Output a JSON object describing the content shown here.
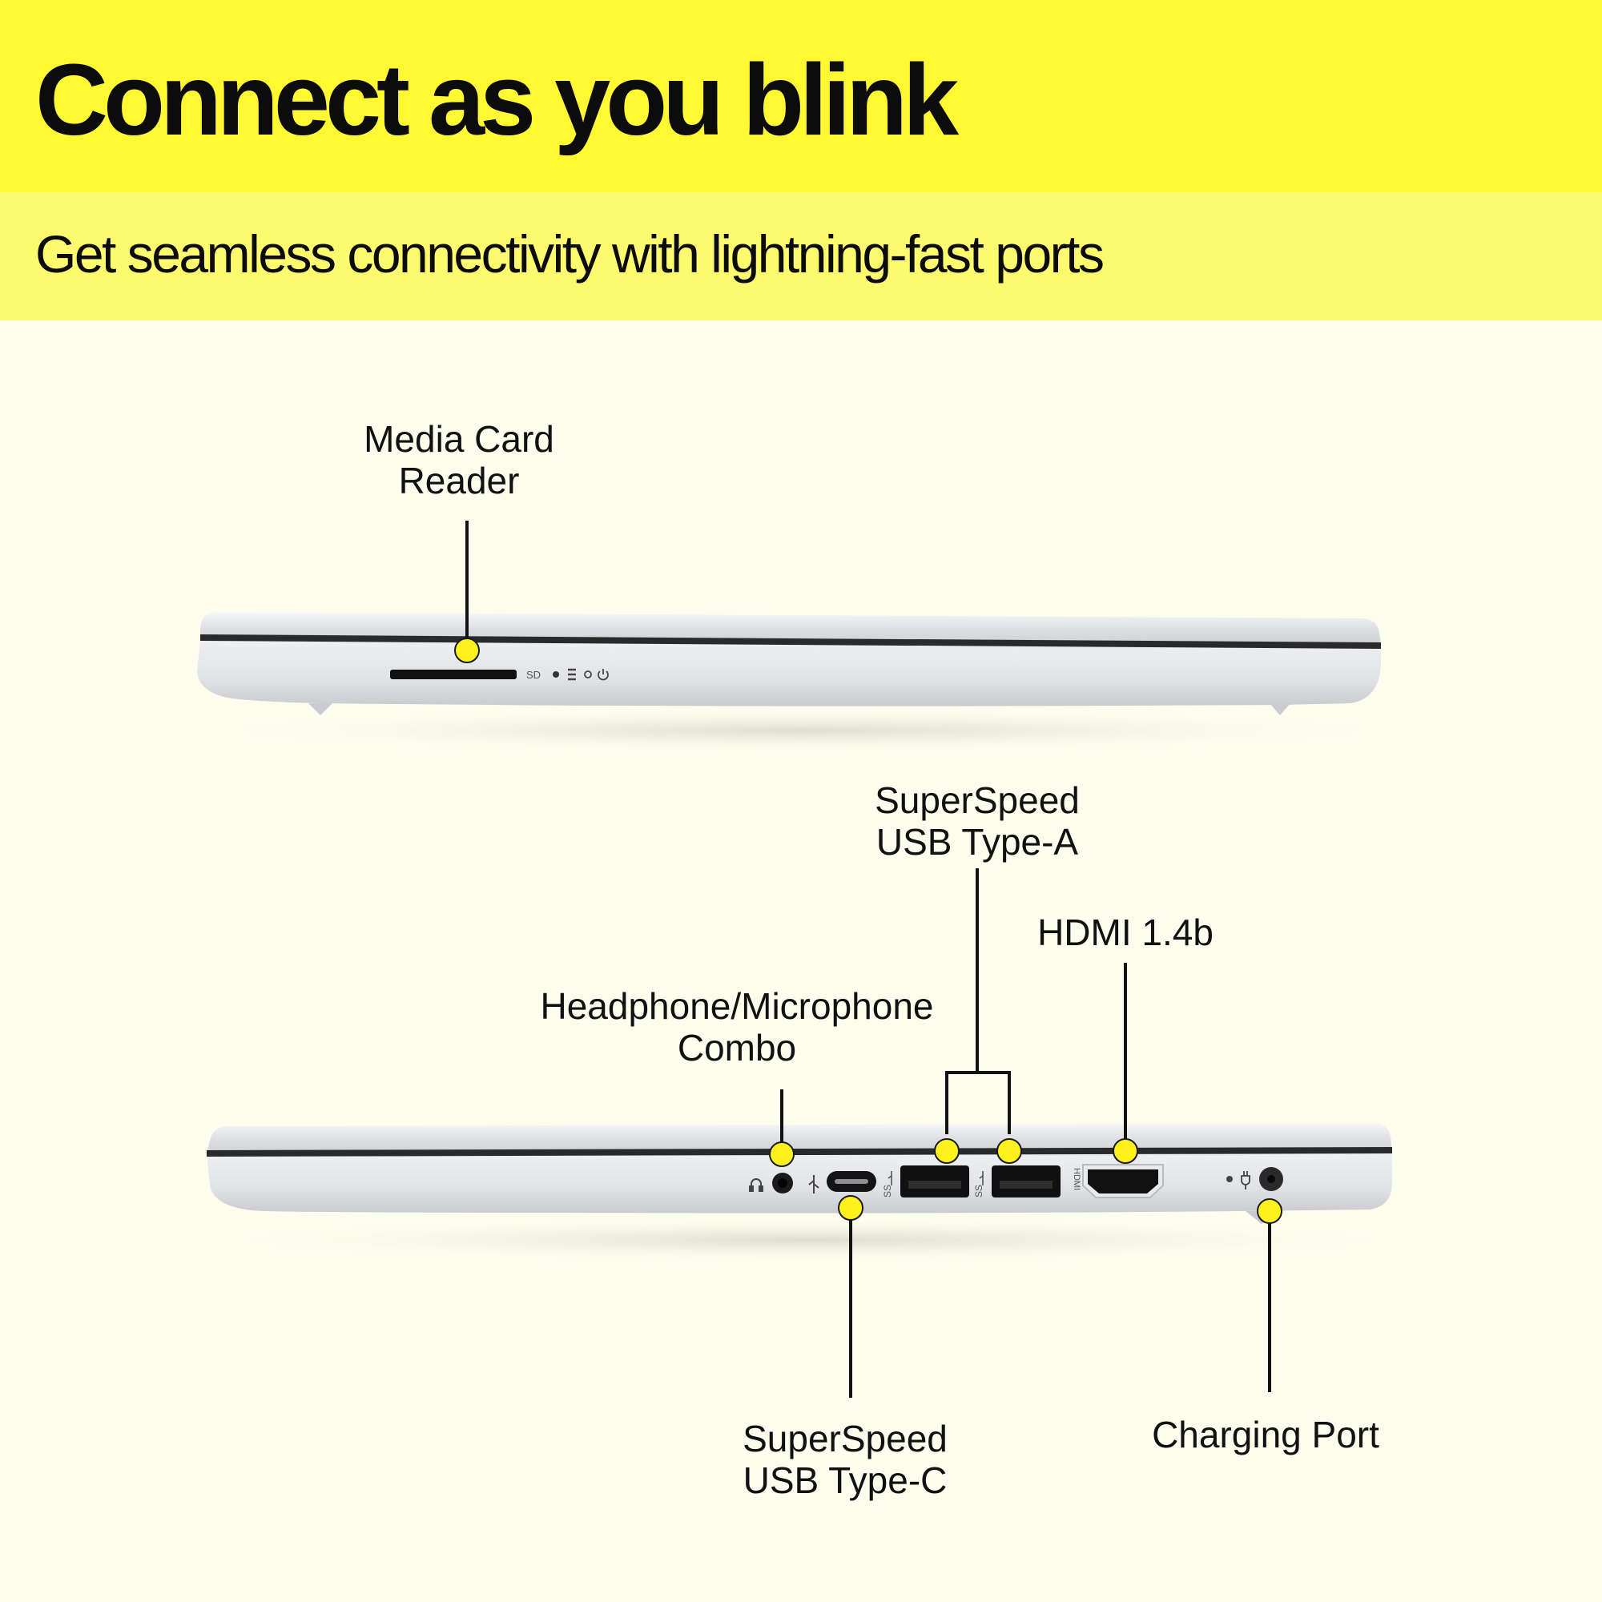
{
  "header": {
    "title": "Connect as you blink",
    "subtitle": "Get seamless connectivity with lightning-fast ports"
  },
  "laptop_top": {
    "callouts": {
      "media_card_reader": [
        "Media Card",
        "Reader"
      ]
    },
    "port_text": {
      "sd": "SD"
    }
  },
  "laptop_bottom": {
    "callouts": {
      "usb_a": [
        "SuperSpeed",
        "USB Type-A"
      ],
      "hdmi": [
        "HDMI 1.4b"
      ],
      "headphone": [
        "Headphone/Microphone",
        "Combo"
      ],
      "usb_c": [
        "SuperSpeed",
        "USB Type-C"
      ],
      "charging": [
        "Charging Port"
      ]
    },
    "port_text": {
      "ss1": "SS",
      "ss2": "SS",
      "hdmi": "HDMI"
    }
  },
  "colors": {
    "band_top": "#fff833",
    "band_sub": "#fefa70",
    "background": "#fdfdee",
    "marker": "#fff21c",
    "laptop_silver": "#e2e3e5"
  }
}
